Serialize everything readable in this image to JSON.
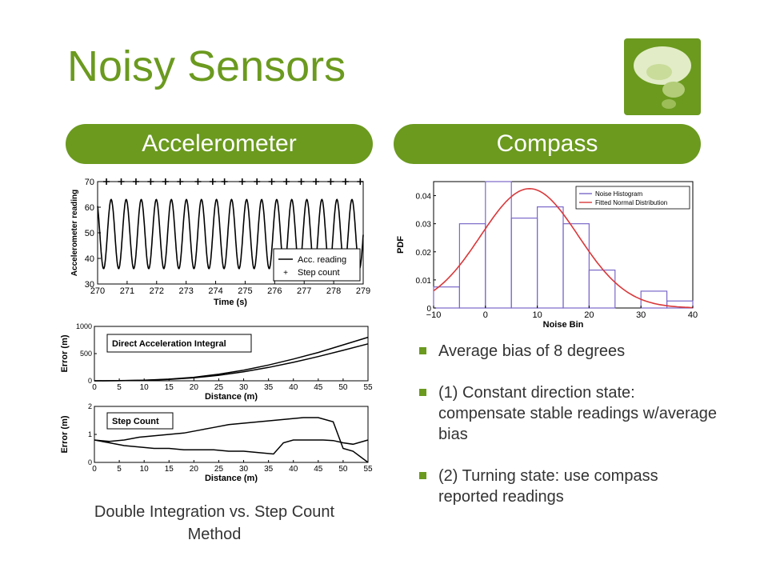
{
  "slide": {
    "title": "Noisy Sensors",
    "left_header": "Accelerometer",
    "right_header": "Compass",
    "caption": "Double Integration vs. Step Count Method",
    "bullets": [
      "Average bias of 8 degrees",
      "(1) Constant direction state: compensate stable readings w/average bias",
      "(2) Turning state: use compass reported readings"
    ],
    "colors": {
      "accent": "#6b9a1f",
      "text": "#333333",
      "hist_bar": "#7b68c8",
      "fit_curve": "#d9383a"
    },
    "logo_icon": "speech-bubble-icon"
  },
  "chart_data": [
    {
      "type": "line",
      "title": "",
      "xlabel": "Time (s)",
      "ylabel": "Accelerometer reading",
      "xlim": [
        270,
        279
      ],
      "ylim": [
        30,
        70
      ],
      "xticks": [
        270,
        271,
        272,
        273,
        274,
        275,
        276,
        277,
        278,
        279
      ],
      "yticks": [
        30,
        40,
        50,
        60,
        70
      ],
      "legend": [
        "Acc. reading",
        "Step count"
      ],
      "legend_position": "bottom-right",
      "series": [
        {
          "name": "Acc. reading",
          "period": 0.51,
          "min": 36,
          "max": 63,
          "x_start": 270,
          "x_end": 279
        },
        {
          "name": "Step count",
          "marker": "+",
          "y": 70,
          "x": [
            270.3,
            270.8,
            271.3,
            271.8,
            272.3,
            272.8,
            273.4,
            273.9,
            274.3,
            274.9,
            275.4,
            275.9,
            276.4,
            276.9,
            277.4,
            277.9,
            278.4,
            278.9
          ]
        }
      ]
    },
    {
      "type": "line",
      "title": "",
      "xlabel": "Distance (m)",
      "ylabel": "Error (m)",
      "xlim": [
        0,
        55
      ],
      "ylim": [
        0,
        1000
      ],
      "xticks": [
        0,
        5,
        10,
        15,
        20,
        25,
        30,
        35,
        40,
        45,
        50,
        55
      ],
      "yticks": [
        0,
        500,
        1000
      ],
      "legend": [
        "Direct Acceleration Integral"
      ],
      "legend_position": "top-left",
      "series": [
        {
          "name": "Direct Acceleration Integral",
          "x": [
            0,
            5,
            10,
            15,
            20,
            25,
            30,
            35,
            40,
            45,
            50,
            55
          ],
          "y": [
            0,
            3,
            11,
            31,
            64,
            120,
            195,
            290,
            400,
            520,
            660,
            800
          ]
        },
        {
          "x": [
            0,
            5,
            10,
            15,
            20,
            25,
            30,
            35,
            40,
            45,
            50,
            55
          ],
          "y": [
            0,
            2,
            9,
            27,
            55,
            102,
            165,
            245,
            340,
            445,
            560,
            680
          ]
        }
      ]
    },
    {
      "type": "line",
      "title": "",
      "xlabel": "Distance (m)",
      "ylabel": "Error (m)",
      "xlim": [
        0,
        55
      ],
      "ylim": [
        0,
        2
      ],
      "xticks": [
        0,
        5,
        10,
        15,
        20,
        25,
        30,
        35,
        40,
        45,
        50,
        55
      ],
      "yticks": [
        0,
        1,
        2
      ],
      "legend": [
        "Step Count"
      ],
      "legend_position": "top-left",
      "series": [
        {
          "name": "Step Count",
          "x": [
            0,
            3,
            6,
            9,
            12,
            15,
            18,
            21,
            24,
            27,
            30,
            33,
            36,
            39,
            42,
            45,
            48,
            50,
            52,
            55
          ],
          "y": [
            0.8,
            0.75,
            0.8,
            0.9,
            0.95,
            1.0,
            1.05,
            1.15,
            1.25,
            1.35,
            1.4,
            1.45,
            1.5,
            1.55,
            1.6,
            1.6,
            1.45,
            0.5,
            0.4,
            0
          ]
        },
        {
          "x": [
            0,
            3,
            6,
            9,
            12,
            15,
            18,
            21,
            24,
            27,
            30,
            33,
            36,
            38,
            40,
            43,
            46,
            48,
            50,
            52,
            55
          ],
          "y": [
            0.8,
            0.7,
            0.6,
            0.55,
            0.5,
            0.5,
            0.45,
            0.45,
            0.45,
            0.4,
            0.4,
            0.35,
            0.3,
            0.7,
            0.8,
            0.8,
            0.8,
            0.78,
            0.7,
            0.65,
            0.8
          ]
        }
      ]
    },
    {
      "type": "bar",
      "title": "",
      "xlabel": "Noise Bin",
      "ylabel": "PDF",
      "xlim": [
        -10,
        40
      ],
      "ylim": [
        0,
        0.045
      ],
      "xticks": [
        -10,
        0,
        10,
        20,
        30,
        40
      ],
      "yticks": [
        0,
        0.01,
        0.02,
        0.03,
        0.04
      ],
      "legend": [
        "Noise Histogram",
        "Fitted Normal Distribution"
      ],
      "legend_position": "top-right",
      "series": [
        {
          "name": "Noise Histogram",
          "bin_width": 5,
          "bin_left": [
            -10,
            -5,
            0,
            5,
            10,
            15,
            20,
            25,
            30,
            35
          ],
          "values": [
            0.0075,
            0.03,
            0.045,
            0.032,
            0.036,
            0.03,
            0.0135,
            0,
            0.006,
            0.0025
          ]
        },
        {
          "name": "Fitted Normal Distribution",
          "mean": 8.5,
          "std": 9.4,
          "peak": 0.0425
        }
      ]
    }
  ]
}
